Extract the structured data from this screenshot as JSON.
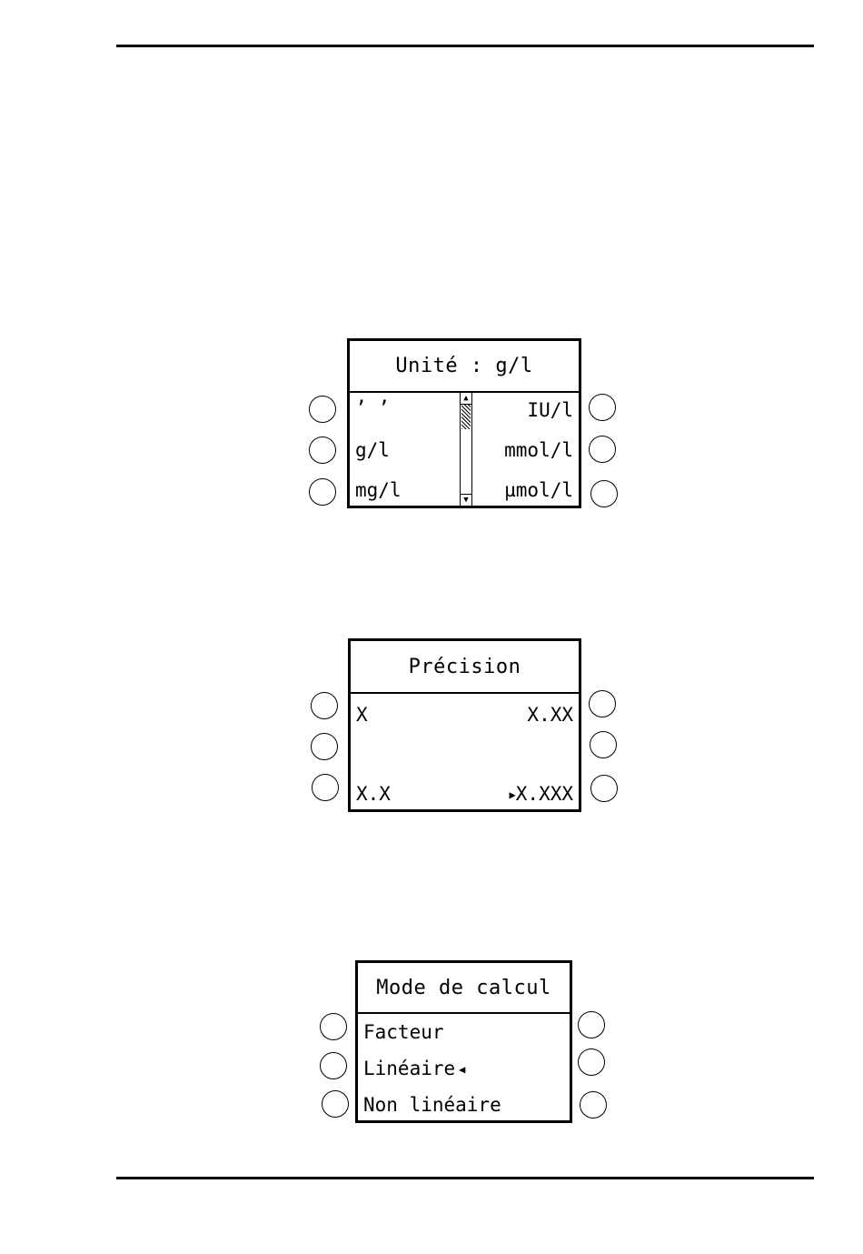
{
  "screens": {
    "unit": {
      "title": "Unité : g/l",
      "left_options": [
        "’  ’",
        "g/l",
        "mg/l"
      ],
      "right_options": [
        "IU/l",
        "mmol/l",
        "µmol/l"
      ],
      "scroll_up": "▲",
      "scroll_down": "▼"
    },
    "precision": {
      "title": "Précision",
      "left_options": [
        "X",
        "X.X"
      ],
      "right_options": [
        "X.XX",
        "X.XXX"
      ],
      "selected_marker": "▶"
    },
    "calc_mode": {
      "title": "Mode de calcul",
      "options": [
        "Facteur",
        "Linéaire",
        "Non linéaire"
      ],
      "selected_marker": "◀"
    }
  }
}
